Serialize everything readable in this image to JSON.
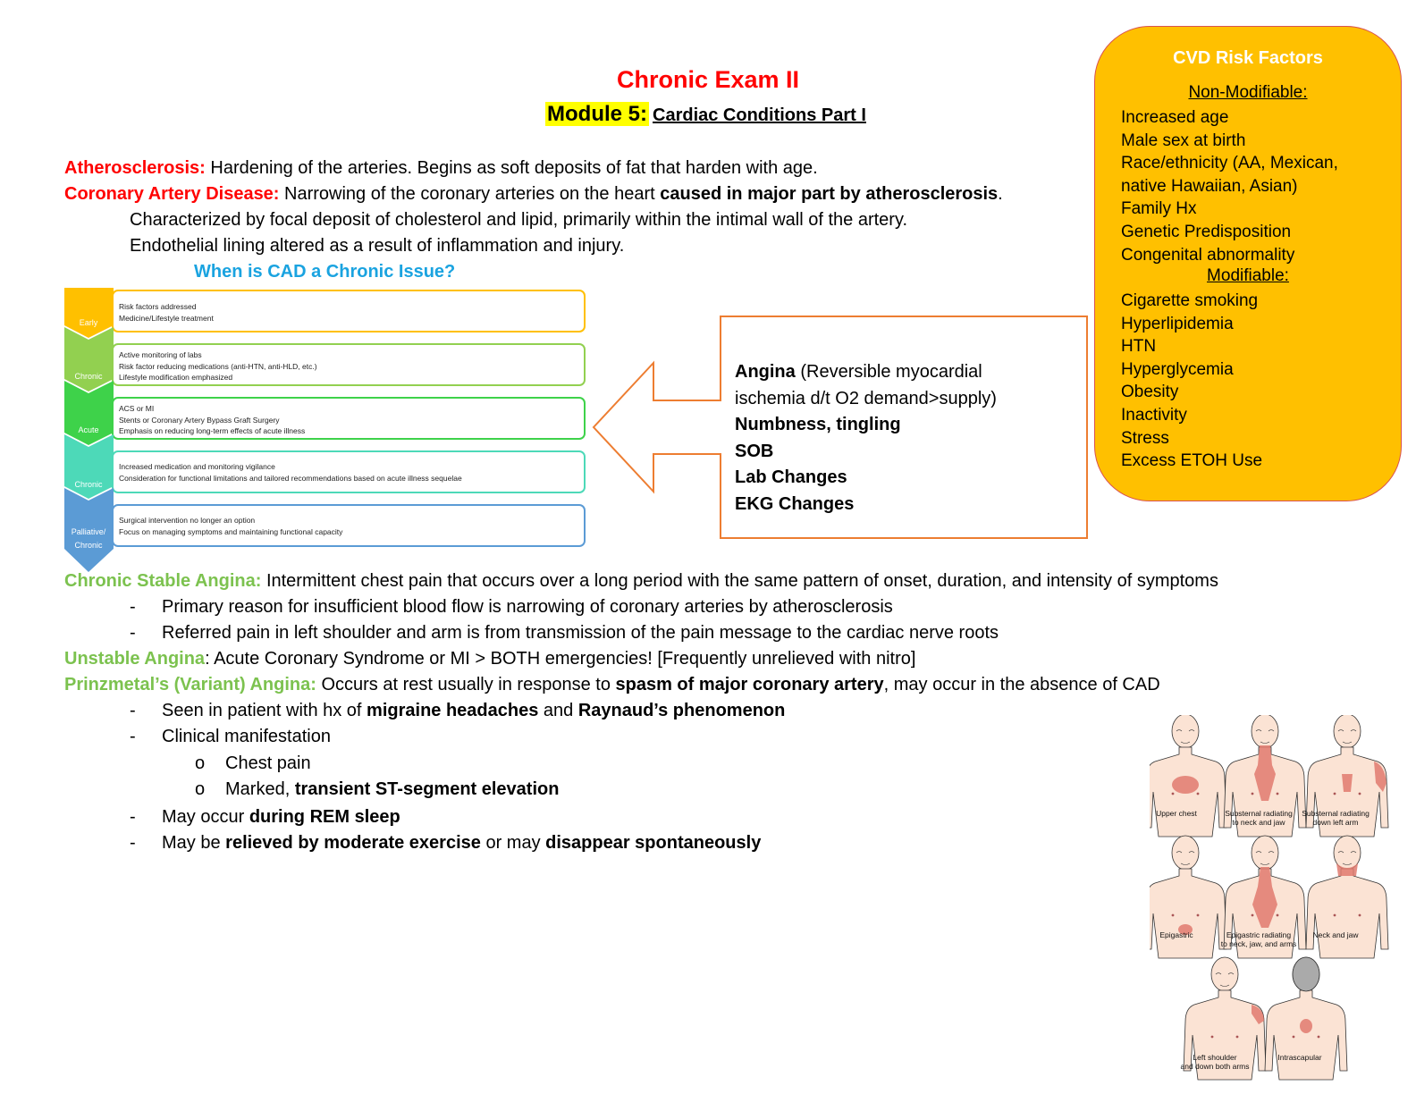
{
  "header": {
    "title": "Chronic Exam II",
    "module_label": "Module 5:",
    "module_subtitle": "Cardiac Conditions Part I"
  },
  "definitions": {
    "atherosclerosis_term": "Atherosclerosis:",
    "atherosclerosis_text": " Hardening of the arteries. Begins as soft deposits of fat that harden with age.",
    "cad_term": "Coronary Artery Disease:",
    "cad_text": " Narrowing of the coronary arteries on the heart ",
    "cad_bold": "caused in major part by atherosclerosis",
    "cad_end": ".",
    "cad_detail_1": "Characterized by focal deposit of cholesterol and lipid, primarily within the intimal wall of the artery.",
    "cad_detail_2": "Endothelial lining altered as a result of inflammation and injury.",
    "chronic_question": "When is CAD a Chronic Issue?"
  },
  "timeline": [
    {
      "stage": "Early",
      "lines": [
        "Risk factors addressed",
        "Medicine/Lifestyle treatment"
      ]
    },
    {
      "stage": "Chronic",
      "lines": [
        "Active monitoring of labs",
        "Risk factor reducing medications (anti-HTN, anti-HLD, etc.)",
        "Lifestyle modification emphasized"
      ]
    },
    {
      "stage": "Acute",
      "lines": [
        "ACS or MI",
        "Stents or Coronary Artery Bypass Graft Surgery",
        "Emphasis on reducing long-term effects of acute illness"
      ]
    },
    {
      "stage": "Chronic",
      "lines": [
        "Increased medication and monitoring vigilance",
        "Consideration for functional limitations and tailored recommendations based on acute illness sequelae"
      ]
    },
    {
      "stage": "Palliative/ Chronic",
      "lines": [
        "Surgical intervention no longer an option",
        "Focus on managing symptoms and maintaining functional capacity"
      ]
    }
  ],
  "colors": {
    "early": "#ffc000",
    "chronic1": "#92d050",
    "acute": "#3ed24a",
    "chronic2": "#4dd9b8",
    "palliative": "#5b9bd5",
    "risk_box": "#ffc000",
    "callout_border": "#ed7d31"
  },
  "angina_callout": {
    "angina_bold": "Angina",
    "angina_text_1": " (Reversible myocardial",
    "angina_text_2": "ischemia d/t O2 demand>supply)",
    "items": [
      "Numbness, tingling",
      "SOB",
      "Lab Changes",
      "EKG Changes"
    ]
  },
  "risk_factors": {
    "title": "CVD Risk Factors",
    "non_modifiable_heading": "Non-Modifiable:",
    "non_modifiable": [
      "Increased age",
      "Male sex at birth",
      "Race/ethnicity (AA, Mexican,",
      "native Hawaiian, Asian)",
      "Family Hx",
      "Genetic Predisposition",
      "Congenital abnormality"
    ],
    "modifiable_heading": "Modifiable:",
    "modifiable": [
      "Cigarette smoking",
      "Hyperlipidemia",
      "HTN",
      "Hyperglycemia",
      "Obesity",
      "Inactivity",
      "Stress",
      "Excess ETOH Use"
    ]
  },
  "angina_types": {
    "stable_term": "Chronic Stable Angina:",
    "stable_text": " Intermittent chest pain that occurs over a long period with the same pattern of onset, duration, and intensity of symptoms",
    "stable_bullets": [
      "Primary reason for insufficient blood flow is narrowing of coronary arteries by atherosclerosis",
      "Referred pain in left shoulder and arm is from transmission of the pain message to the cardiac nerve roots"
    ],
    "unstable_term": "Unstable Angina",
    "unstable_text": ": Acute Coronary Syndrome or MI > BOTH emergencies! [Frequently unrelieved with nitro]",
    "prinz_term": "Prinzmetal’s (Variant) Angina:",
    "prinz_text_1": " Occurs at rest usually in response to ",
    "prinz_bold_1": "spasm of major coronary artery",
    "prinz_text_2": ", may occur in the absence of CAD",
    "prinz_b1_text": "Seen in patient with hx of ",
    "prinz_b1_bold1": "migraine headaches",
    "prinz_b1_and": " and ",
    "prinz_b1_bold2": "Raynaud’s phenomenon",
    "prinz_b2": "Clinical manifestation",
    "prinz_sub1": "Chest pain",
    "prinz_sub2_text": "Marked, ",
    "prinz_sub2_bold": "transient ST-segment elevation",
    "prinz_b3_text": "May occur ",
    "prinz_b3_bold": "during REM sleep",
    "prinz_b4_text1": "May be ",
    "prinz_b4_bold1": "relieved by moderate exercise",
    "prinz_b4_text2": " or may ",
    "prinz_b4_bold2": "disappear spontaneously",
    "dash": "-",
    "sub_marker": "o"
  },
  "pain_figure": {
    "captions": [
      [
        "Upper chest"
      ],
      [
        "Substernal radiating",
        "to neck and jaw"
      ],
      [
        "Substernal radiating",
        "down left arm"
      ],
      [
        "Epigastric"
      ],
      [
        "Epigastric radiating",
        "to neck, jaw, and arms"
      ],
      [
        "Neck and jaw"
      ],
      [
        "Left shoulder",
        "and down both arms"
      ],
      [
        "Intrascapular"
      ]
    ]
  }
}
